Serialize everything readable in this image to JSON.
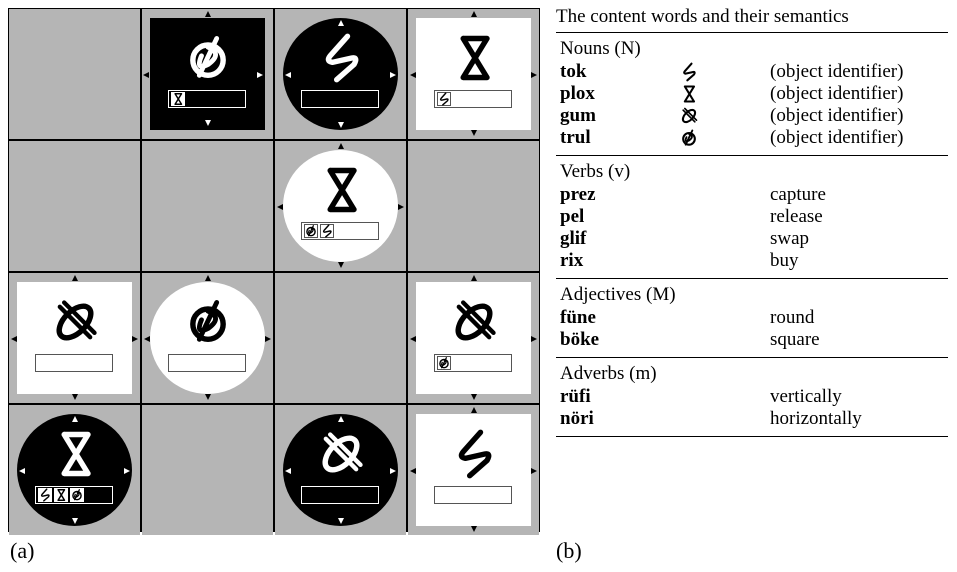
{
  "figure": {
    "caption_a": "(a)",
    "caption_b": "(b)"
  },
  "grid": {
    "rows": 4,
    "cols": 4,
    "cells": [
      {
        "row": 0,
        "col": 0,
        "tile": null
      },
      {
        "row": 0,
        "col": 1,
        "tile": {
          "shape": "square",
          "color": "black",
          "glyph": "trul",
          "inventory": [
            "plox"
          ]
        }
      },
      {
        "row": 0,
        "col": 2,
        "tile": {
          "shape": "circle",
          "color": "black",
          "glyph": "tok",
          "inventory": []
        }
      },
      {
        "row": 0,
        "col": 3,
        "tile": {
          "shape": "square",
          "color": "white",
          "glyph": "plox",
          "inventory": [
            "tok"
          ]
        }
      },
      {
        "row": 1,
        "col": 0,
        "tile": null
      },
      {
        "row": 1,
        "col": 1,
        "tile": null
      },
      {
        "row": 1,
        "col": 2,
        "tile": {
          "shape": "circle",
          "color": "white",
          "glyph": "plox",
          "inventory": [
            "trul",
            "tok"
          ]
        }
      },
      {
        "row": 1,
        "col": 3,
        "tile": null
      },
      {
        "row": 2,
        "col": 0,
        "tile": {
          "shape": "square",
          "color": "white",
          "glyph": "gum",
          "inventory": []
        }
      },
      {
        "row": 2,
        "col": 1,
        "tile": {
          "shape": "circle",
          "color": "white",
          "glyph": "trul",
          "inventory": []
        }
      },
      {
        "row": 2,
        "col": 2,
        "tile": null
      },
      {
        "row": 2,
        "col": 3,
        "tile": {
          "shape": "square",
          "color": "white",
          "glyph": "gum",
          "inventory": [
            "trul"
          ]
        }
      },
      {
        "row": 3,
        "col": 0,
        "tile": {
          "shape": "circle",
          "color": "black",
          "glyph": "plox",
          "inventory": [
            "tok",
            "plox",
            "trul"
          ]
        }
      },
      {
        "row": 3,
        "col": 1,
        "tile": null
      },
      {
        "row": 3,
        "col": 2,
        "tile": {
          "shape": "circle",
          "color": "black",
          "glyph": "gum",
          "inventory": []
        }
      },
      {
        "row": 3,
        "col": 3,
        "tile": {
          "shape": "square",
          "color": "white",
          "glyph": "tok",
          "inventory": []
        }
      }
    ]
  },
  "table": {
    "title": "The content words and their semantics",
    "sections": [
      {
        "heading": "Nouns (N)",
        "rows": [
          {
            "word": "tok",
            "symbol": "tok",
            "meaning": "(object identifier)"
          },
          {
            "word": "plox",
            "symbol": "plox",
            "meaning": "(object identifier)"
          },
          {
            "word": "gum",
            "symbol": "gum",
            "meaning": "(object identifier)"
          },
          {
            "word": "trul",
            "symbol": "trul",
            "meaning": "(object identifier)"
          }
        ]
      },
      {
        "heading": "Verbs (v)",
        "rows": [
          {
            "word": "prez",
            "meaning": "capture"
          },
          {
            "word": "pel",
            "meaning": "release"
          },
          {
            "word": "glif",
            "meaning": "swap"
          },
          {
            "word": "rix",
            "meaning": "buy"
          }
        ]
      },
      {
        "heading": "Adjectives (M)",
        "rows": [
          {
            "word": "füne",
            "meaning": "round"
          },
          {
            "word": "böke",
            "meaning": "square"
          }
        ]
      },
      {
        "heading": "Adverbs (m)",
        "rows": [
          {
            "word": "rüfi",
            "meaning": "vertically"
          },
          {
            "word": "nöri",
            "meaning": "horizontally"
          }
        ]
      }
    ]
  }
}
